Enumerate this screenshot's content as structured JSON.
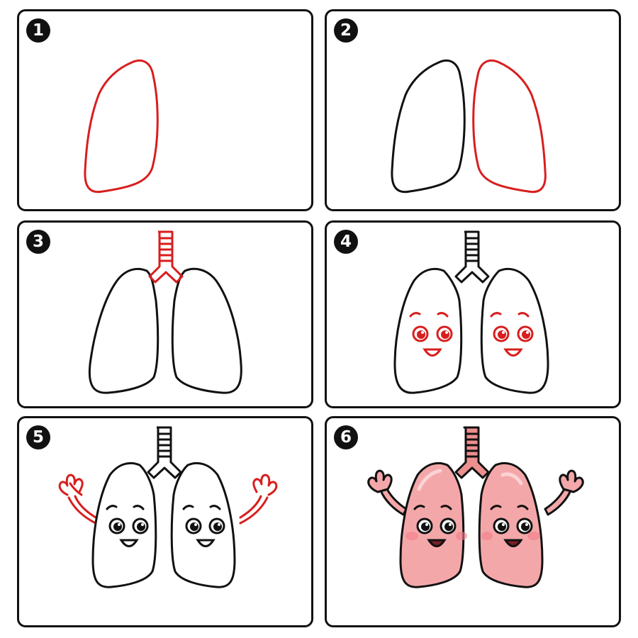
{
  "steps": [
    {
      "number": "1"
    },
    {
      "number": "2"
    },
    {
      "number": "3"
    },
    {
      "number": "4"
    },
    {
      "number": "5"
    },
    {
      "number": "6"
    }
  ],
  "colors": {
    "outline": "#111111",
    "highlight": "#d81e1e",
    "lung_fill": "#f4a7a9",
    "lung_shade": "#e88a8e",
    "trachea_fill": "#ee8f8f",
    "cheek": "#f47c8a",
    "background": "#ffffff"
  },
  "icons": [
    "step-number-badge",
    "lung-outline",
    "trachea",
    "smiley-face",
    "waving-hand"
  ]
}
